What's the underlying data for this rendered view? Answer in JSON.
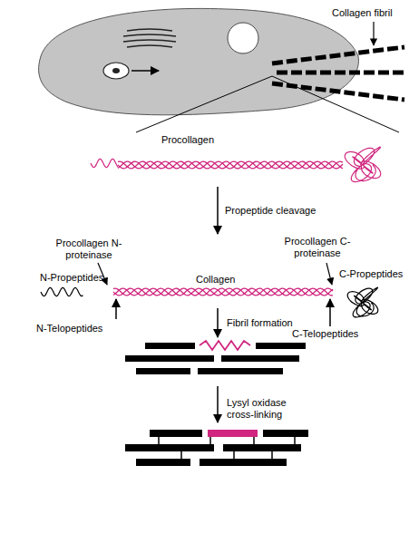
{
  "diagram": {
    "labels": [
      "Collagen fibril",
      "Procollagen",
      "Propeptide cleavage",
      "Procollagen N-proteinase",
      "Procollagen C-proteinase",
      "N-Propeptides",
      "C-Propeptides",
      "N-Telopeptides",
      "Collagen",
      "Fibril formation",
      "C-Telopeptides",
      "Lysyl oxidase cross-linking"
    ]
  }
}
